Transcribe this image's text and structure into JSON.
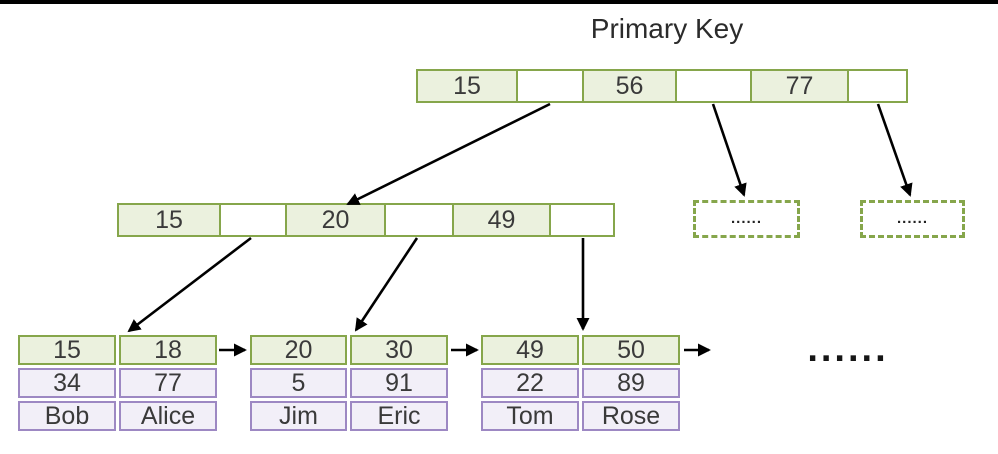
{
  "title": "Primary Key",
  "root": {
    "cells": [
      "15",
      "",
      "56",
      "",
      "77",
      ""
    ]
  },
  "internal": {
    "cells": [
      "15",
      "",
      "20",
      "",
      "49",
      ""
    ]
  },
  "dashed_nodes": [
    {
      "label": "......"
    },
    {
      "label": "......"
    }
  ],
  "leaves": [
    {
      "keys": [
        "15",
        "18"
      ],
      "row2": [
        "34",
        "77"
      ],
      "row3": [
        "Bob",
        "Alice"
      ]
    },
    {
      "keys": [
        "20",
        "30"
      ],
      "row2": [
        "5",
        "91"
      ],
      "row3": [
        "Jim",
        "Eric"
      ]
    },
    {
      "keys": [
        "49",
        "50"
      ],
      "row2": [
        "22",
        "89"
      ],
      "row3": [
        "Tom",
        "Rose"
      ]
    }
  ],
  "ellipsis": "......",
  "colors": {
    "node_border": "#86a64b",
    "node_fill": "#ebf1de",
    "record_border": "#9d88c3",
    "record_fill": "#f2eff8",
    "arrow": "#000000"
  }
}
